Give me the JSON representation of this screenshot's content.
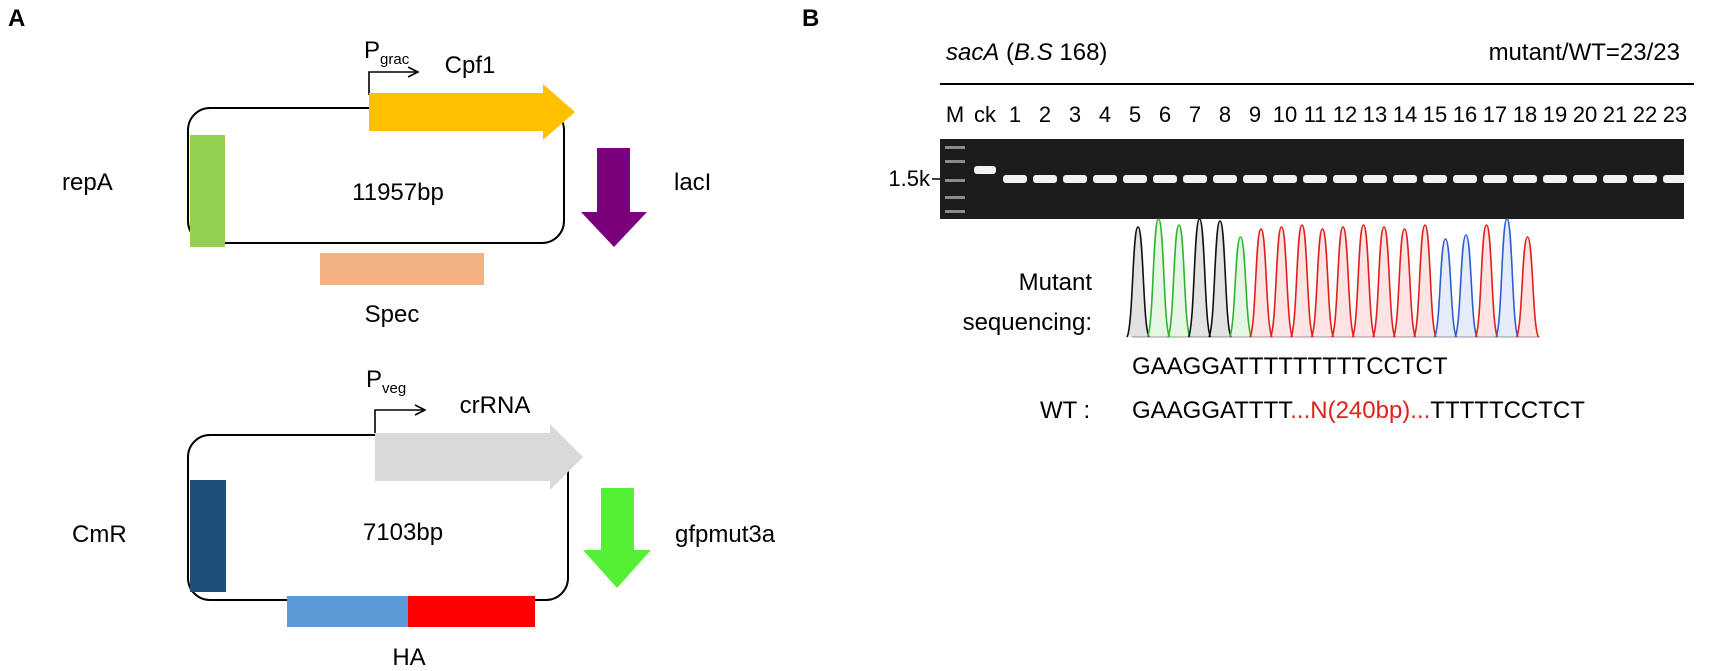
{
  "panel_a": {
    "label": "A",
    "plasmid_1": {
      "promoter": {
        "main": "P",
        "sub": "grac"
      },
      "size": "11957bp",
      "genes": {
        "cpf1": "Cpf1",
        "laci": "lacI",
        "repa": "repA",
        "spec": "Spec"
      },
      "colors": {
        "cpf1": "#FFC000",
        "laci": "#7B007B",
        "repa": "#92D050",
        "spec": "#F4B183"
      }
    },
    "plasmid_2": {
      "promoter": {
        "main": "P",
        "sub": "veg"
      },
      "size": "7103bp",
      "genes": {
        "crrna": "crRNA",
        "gfp": "gfpmut3a",
        "cmr": "CmR",
        "ha": "HA"
      },
      "colors": {
        "crrna": "#D9D9D9",
        "gfp": "#55F035",
        "cmr": "#1F4E79",
        "ha_left": "#5B9BD5",
        "ha_right": "#FF0000"
      }
    }
  },
  "panel_b": {
    "label": "B",
    "gene": "sacA",
    "strain_open": "(",
    "strain_italic": "B.S",
    "strain_rest": " 168)",
    "ratio": "mutant/WT=23/23",
    "lane_labels": [
      "M",
      "ck",
      "1",
      "2",
      "3",
      "4",
      "5",
      "6",
      "7",
      "8",
      "9",
      "10",
      "11",
      "12",
      "13",
      "14",
      "15",
      "16",
      "17",
      "18",
      "19",
      "20",
      "21",
      "22",
      "23"
    ],
    "size_marker": "1.5k",
    "seq_label_1": "Mutant",
    "seq_label_2": "sequencing:",
    "mutant_seq": "GAAGGATTTTTTTTTCCTCT",
    "wt_label": "WT :",
    "wt_seq_1": "GAAGGATTTT",
    "wt_seq_gap": "...N(240bp)...",
    "wt_seq_2": "TTTTTCCTCT",
    "colors": {
      "gap_text": "#E0201B",
      "trace_g": "#111111",
      "trace_a": "#2DB52D",
      "trace_t": "#E0201B",
      "trace_c": "#2E5FD0"
    }
  }
}
